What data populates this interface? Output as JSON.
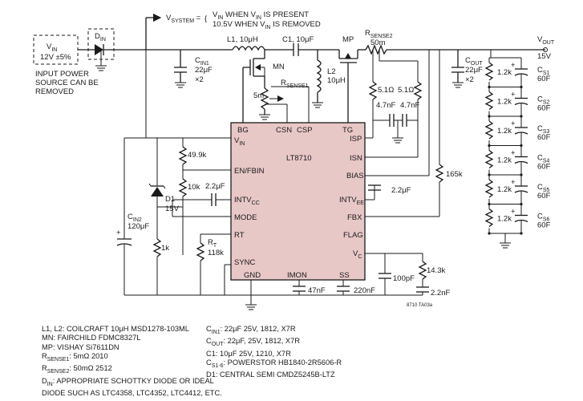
{
  "system": {
    "label": "V<tspan>SYSTEM</tspan>",
    "line1": "V<tspan>IN</tspan> WHEN V<tspan>IN</tspan> IS PRESENT",
    "line2": "10.5V WHEN V<tspan>IN</tspan> IS REMOVED"
  },
  "texts": {
    "vin": "V",
    "vin_sub": "IN",
    "vin_tol": "12V ±5%",
    "input_note_1": "INPUT POWER",
    "input_note_2": "SOURCE CAN BE",
    "input_note_3": "REMOVED",
    "din": "D",
    "din_sub": "IN",
    "l1": "L1, 10μH",
    "c1": "C1, 10μF",
    "mp": "MP",
    "mn": "MN",
    "rsense2": "R",
    "rsense2_sub": "SENSE2",
    "rsense2_val": "50m",
    "vout": "V",
    "vout_sub": "OUT",
    "vout_val": "15V",
    "cin1": "C",
    "cin1_sub": "IN1",
    "cin1_v1": "22μF",
    "cin1_v2": "×2",
    "cout": "C",
    "cout_sub": "OUT",
    "cout_v1": "22μF",
    "cout_v2": "×2",
    "rsense1": "R",
    "rsense1_sub": "SENSE1",
    "r5m": "5m",
    "l2": "L2",
    "l2_val": "10μH",
    "r51a": "5.1Ω",
    "r51b": "5.1Ω",
    "c47a": "4.7nF",
    "c47b": "4.7nF",
    "r499": "49.9k",
    "r10k": "10k",
    "c22a": "2.2μF",
    "c22b": "2.2μF",
    "d1": "D1",
    "d1v": "15V",
    "cin2": "C",
    "cin2_sub": "IN2",
    "cin2_val": "120μF",
    "r1k": "1k",
    "rt": "R",
    "rt_sub": "T",
    "rt_val": "118k",
    "r165": "165k",
    "c100p": "100pF",
    "r143": "14.3k",
    "c22n": "2.2nF",
    "c47n": "47nF",
    "c220n": "220nF",
    "chip": "LT8710",
    "fig": "8710 TA03a",
    "r12k": "1.2k",
    "cs": "C",
    "cs_val": "60F"
  },
  "pins": {
    "bg": "BG",
    "csn": "CSN",
    "csp": "CSP",
    "tg": "TG",
    "vin": "V",
    "vin_sub": "IN",
    "isp": "ISP",
    "isn": "ISN",
    "enfbin": "EN/FBIN",
    "bias": "BIAS",
    "intvcc": "INTV",
    "intvcc_sub": "CC",
    "intvee": "INTV",
    "intvee_sub": "EE",
    "mode": "MODE",
    "fbx": "FBX",
    "rt": "RT",
    "flag": "FLAG",
    "vc": "V",
    "vc_sub": "C",
    "sync": "SYNC",
    "gnd": "GND",
    "imon": "IMON",
    "ss": "SS"
  },
  "supercaps": [
    "S1",
    "S2",
    "S3",
    "S4",
    "S5",
    "S6"
  ],
  "notes_left": [
    "L1, L2: COILCRAFT 10μH MSD1278-103ML",
    "MN: FAIRCHILD FDMC8327L",
    "MP: VISHAY Si7611DN",
    "R_SENSE1: 5mΩ 2010",
    "R_SENSE2: 50mΩ 2512",
    "D_IN: APPROPRIATE SCHOTTKY DIODE OR IDEAL",
    "DIODE SUCH AS LTC4358, LTC4352, LTC4412, ETC."
  ],
  "notes_right": [
    "C_IN1: 22μF 25V, 1812, X7R",
    "C_OUT: 22μF, 25V, 1812, X7R",
    "C1: 10μF 25V, 1210, X7R",
    "C_S1-6: POWERSTOR HB1840-2R5606-R",
    "D1: CENTRAL SEMI CMDZ5245B-LTZ"
  ]
}
